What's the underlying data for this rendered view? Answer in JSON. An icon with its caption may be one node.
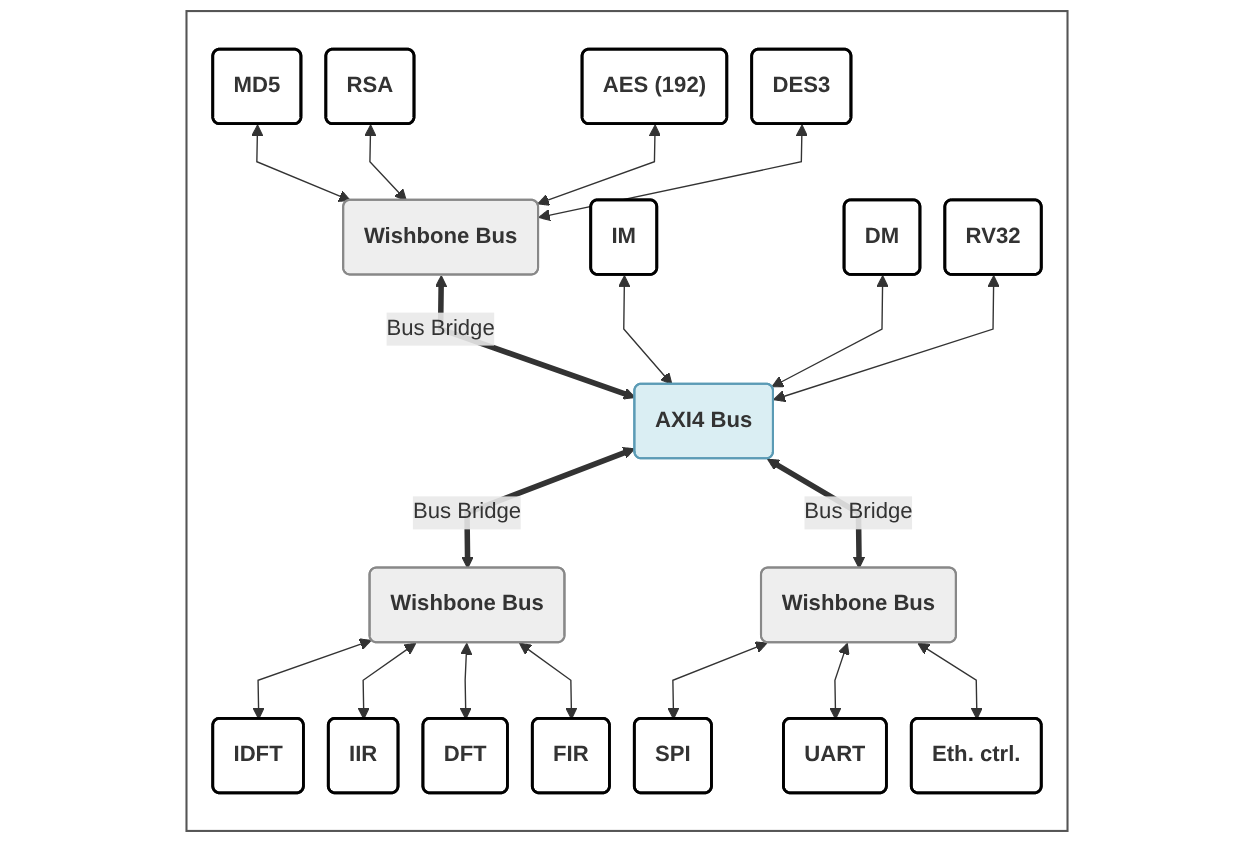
{
  "diagram": {
    "nodes": [
      {
        "text": [],
        "shape": "box"
      },
      {
        "text": [
          "MD5"
        ],
        "in": 0
      },
      {
        "text": [
          "RSA"
        ],
        "in": 0
      },
      {
        "text": [
          "AES (192)"
        ],
        "in": 0
      },
      {
        "text": [
          "DES3"
        ],
        "in": 0
      },
      {
        "text": [
          "Wishbone Bus"
        ],
        "in": 0
      },
      {
        "text": [
          "IM"
        ],
        "in": 0
      },
      {
        "text": [
          "DM"
        ],
        "in": 0
      },
      {
        "text": [
          "RV32"
        ],
        "in": 0
      },
      {
        "text": [
          "AXI4 Bus"
        ],
        "in": 0
      },
      {
        "text": [
          "Wishbone Bus"
        ],
        "in": 0
      },
      {
        "text": [
          "Wishbone Bus"
        ],
        "in": 0
      },
      {
        "text": [
          "IDFT"
        ],
        "in": 0
      },
      {
        "text": [
          "IIR"
        ],
        "in": 0
      },
      {
        "text": [
          "DFT"
        ],
        "in": 0
      },
      {
        "text": [
          "FIR"
        ],
        "in": 0
      },
      {
        "text": [
          "SPI"
        ],
        "in": 0
      },
      {
        "text": [
          "UART"
        ],
        "in": 0
      },
      {
        "text": [
          "Eth. ctrl."
        ],
        "in": 0
      }
    ],
    "edges": [
      {
        "from": 1,
        "to": 5,
        "arrow": "both"
      },
      {
        "from": 2,
        "to": 5,
        "arrow": "both"
      },
      {
        "from": 3,
        "to": 5,
        "arrow": "both"
      },
      {
        "from": 4,
        "to": 5,
        "arrow": "both"
      },
      {
        "from": 5,
        "to": 9,
        "arrow": "both",
        "label": "Bus Bridge",
        "style": "thick"
      },
      {
        "from": 6,
        "to": 9,
        "arrow": "both"
      },
      {
        "from": 7,
        "to": 9,
        "arrow": "both"
      },
      {
        "from": 8,
        "to": 9,
        "arrow": "both"
      },
      {
        "from": 9,
        "to": 10,
        "arrow": "both",
        "label": "Bus Bridge",
        "style": "thick"
      },
      {
        "from": 9,
        "to": 11,
        "arrow": "both",
        "label": "Bus Bridge",
        "style": "thick"
      },
      {
        "from": 10,
        "to": 12,
        "arrow": "both"
      },
      {
        "from": 10,
        "to": 13,
        "arrow": "both"
      },
      {
        "from": 10,
        "to": 14,
        "arrow": "both"
      },
      {
        "from": 10,
        "to": 15,
        "arrow": "both"
      },
      {
        "from": 11,
        "to": 16,
        "arrow": "both"
      },
      {
        "from": 11,
        "to": 17,
        "arrow": "both"
      },
      {
        "from": 11,
        "to": 18,
        "arrow": "both"
      }
    ]
  }
}
